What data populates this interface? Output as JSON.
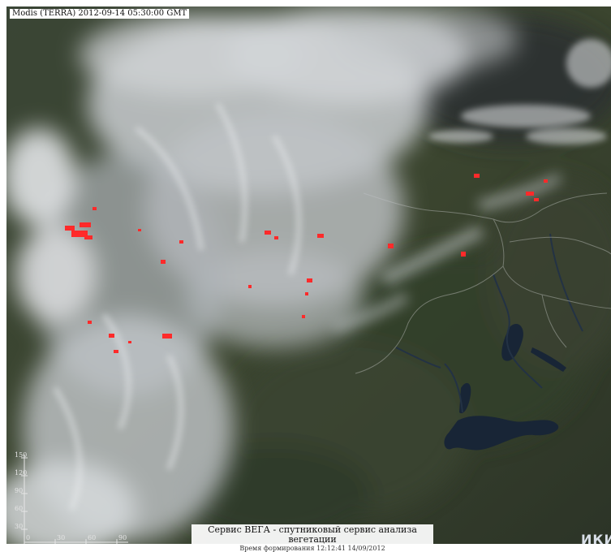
{
  "stamp": {
    "text": "Modis (TERRA) 2012-09-14 05:30:00 GMT"
  },
  "credit": {
    "line1": "Сервис ВЕГА - спутниковый сервис анализа вегетации",
    "line2": "Время формирования 12:12:41 14/09/2012"
  },
  "logo": {
    "text": "ИКИ"
  },
  "scale": {
    "vertical_ticks": [
      "150",
      "120",
      "90",
      "60",
      "30"
    ],
    "horizontal_ticks": [
      "0",
      "30",
      "60",
      "90"
    ]
  },
  "colors": {
    "fire": "#ff2a2a",
    "cloud": "#e8eaec",
    "terrain_dark": "#2b3628",
    "terrain_mid": "#3f4a33",
    "water": "#1c2a3a"
  }
}
